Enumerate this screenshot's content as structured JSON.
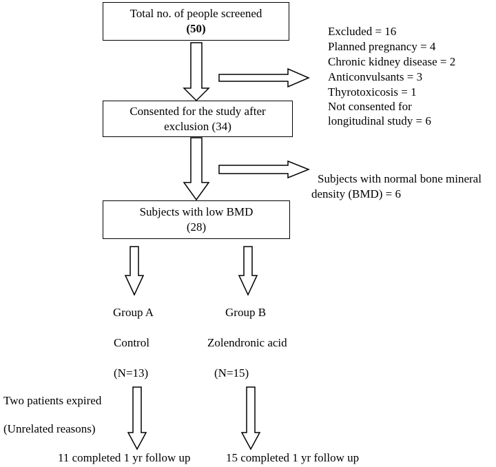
{
  "boxes": {
    "screened": {
      "line1": "Total no. of people screened",
      "line2": "(50)"
    },
    "consented": {
      "line1": "Consented for the study after",
      "line2": "exclusion (34)"
    },
    "low_bmd": {
      "line1": "Subjects with low BMD",
      "line2": "(28)"
    }
  },
  "excluded": [
    "Excluded = 16",
    "Planned pregnancy = 4",
    "Chronic kidney disease = 2",
    "Anticonvulsants = 3",
    "Thyrotoxicosis = 1",
    "Not consented for",
    "longitudinal study = 6"
  ],
  "normal_bmd": {
    "line1": "Subjects with normal bone mineral",
    "line2": "density (BMD) = 6"
  },
  "group_a": {
    "label": "Group A",
    "treatment": "Control",
    "n": "(N=13)"
  },
  "group_b": {
    "label": "Group B",
    "treatment": "Zolendronic acid",
    "n": "(N=15)"
  },
  "expired_note": {
    "line1": "Two patients expired",
    "line2": "(Unrelated reasons)"
  },
  "outcomes": {
    "a": "11 completed 1 yr follow up",
    "b": "15 completed 1 yr follow up"
  }
}
